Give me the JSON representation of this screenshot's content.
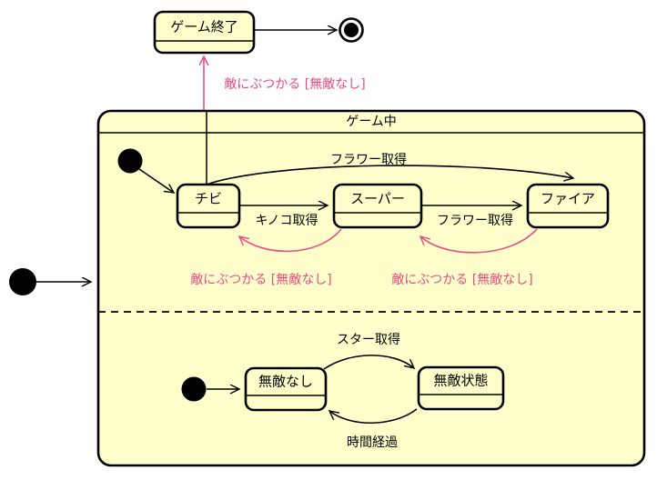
{
  "diagram": {
    "type": "uml-state-machine",
    "colors": {
      "state_fill": "#ffffcc",
      "state_stroke": "#000000",
      "composite_fill": "#ffffcc",
      "transition_black": "#000000",
      "transition_pink": "#ea4c82",
      "background": "#ffffff"
    },
    "states": {
      "game_over": {
        "name": "ゲーム終了"
      },
      "game_playing": {
        "name": "ゲーム中"
      },
      "chibi": {
        "name": "チビ"
      },
      "super": {
        "name": "スーパー"
      },
      "fire": {
        "name": "ファイア"
      },
      "muteki_nashi": {
        "name": "無敵なし"
      },
      "muteki_joutai": {
        "name": "無敵状態"
      }
    },
    "pseudostates": {
      "outer_initial": {
        "label": "initial-node"
      },
      "region1_initial": {
        "label": "initial-node"
      },
      "region2_initial": {
        "label": "initial-node"
      },
      "final": {
        "label": "final-node"
      }
    },
    "transitions": [
      {
        "id": "t-to-gameover",
        "from": "game_playing",
        "to": "game_over",
        "label": "敵にぶつかる [無敵なし]",
        "color": "pink"
      },
      {
        "id": "t-gameover-final",
        "from": "game_over",
        "to": "final",
        "label": "",
        "color": "black"
      },
      {
        "id": "t-chibi-fire",
        "from": "チビ",
        "to": "ファイア",
        "label": "フラワー取得",
        "color": "black"
      },
      {
        "id": "t-chibi-super",
        "from": "チビ",
        "to": "スーパー",
        "label": "キノコ取得",
        "color": "black"
      },
      {
        "id": "t-super-fire",
        "from": "スーパー",
        "to": "ファイア",
        "label": "フラワー取得",
        "color": "black"
      },
      {
        "id": "t-super-chibi",
        "from": "スーパー",
        "to": "チビ",
        "label": "敵にぶつかる [無敵なし]",
        "color": "pink"
      },
      {
        "id": "t-fire-super",
        "from": "ファイア",
        "to": "スーパー",
        "label": "敵にぶつかる [無敵なし]",
        "color": "pink"
      },
      {
        "id": "t-star-get",
        "from": "無敵なし",
        "to": "無敵状態",
        "label": "スター取得",
        "color": "black"
      },
      {
        "id": "t-time-pass",
        "from": "無敵状態",
        "to": "無敵なし",
        "label": "時間経過",
        "color": "black"
      }
    ],
    "labels": {
      "game_over_title": "ゲーム終了",
      "game_playing_title": "ゲーム中",
      "chibi_title": "チビ",
      "super_title": "スーパー",
      "fire_title": "ファイア",
      "muteki_nashi_title": "無敵なし",
      "muteki_joutai_title": "無敵状態",
      "enemy_hit_top": "敵にぶつかる [無敵なし]",
      "enemy_hit_left": "敵にぶつかる [無敵なし]",
      "enemy_hit_right": "敵にぶつかる [無敵なし]",
      "flower_get_top": "フラワー取得",
      "mushroom_get": "キノコ取得",
      "flower_get_mid": "フラワー取得",
      "star_get": "スター取得",
      "time_pass": "時間経過"
    }
  }
}
